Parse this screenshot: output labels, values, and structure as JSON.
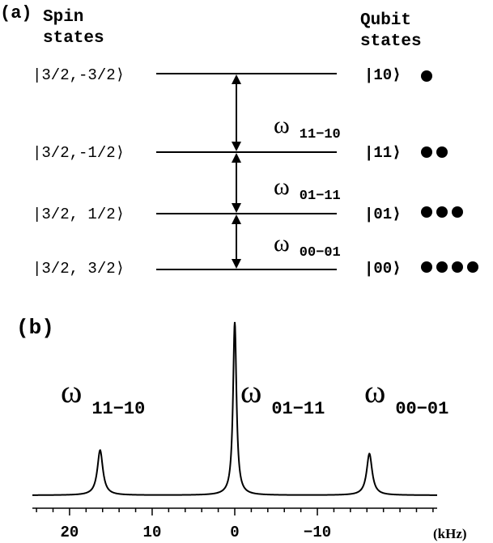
{
  "panel_a": {
    "label": "(a)",
    "spin_header": [
      "Spin",
      "states"
    ],
    "qubit_header": [
      "Qubit",
      "states"
    ],
    "levels": [
      {
        "spin": "|3/2,-3/2⟩",
        "qubit": "|10⟩",
        "dots": 1
      },
      {
        "spin": "|3/2,-1/2⟩",
        "qubit": "|11⟩",
        "dots": 2
      },
      {
        "spin": "|3/2, 1/2⟩",
        "qubit": "|01⟩",
        "dots": 3
      },
      {
        "spin": "|3/2, 3/2⟩",
        "qubit": "|00⟩",
        "dots": 4
      }
    ],
    "transitions": [
      {
        "symbol": "ω",
        "sub": "11−10"
      },
      {
        "symbol": "ω",
        "sub": "01−11"
      },
      {
        "symbol": "ω",
        "sub": "00−01"
      }
    ]
  },
  "panel_b": {
    "label": "(b)",
    "peak_labels": [
      {
        "symbol": "ω",
        "sub": "11−10"
      },
      {
        "symbol": "ω",
        "sub": "01−11"
      },
      {
        "symbol": "ω",
        "sub": "00−01"
      }
    ]
  },
  "chart_data": {
    "type": "line",
    "xlabel": "(kHz)",
    "xlim": [
      24.5,
      -24.5
    ],
    "x_reversed": true,
    "xticks": [
      20,
      10,
      0,
      -10
    ],
    "xtick_labels": [
      "20",
      "10",
      "0",
      "−10"
    ],
    "minor_tick_step": 2,
    "peaks": [
      {
        "center": 16.3,
        "relative_height": 0.26,
        "width": 0.4
      },
      {
        "center": 0.0,
        "relative_height": 1.0,
        "width": 0.25
      },
      {
        "center": -16.3,
        "relative_height": 0.24,
        "width": 0.4
      }
    ],
    "grid": false
  }
}
